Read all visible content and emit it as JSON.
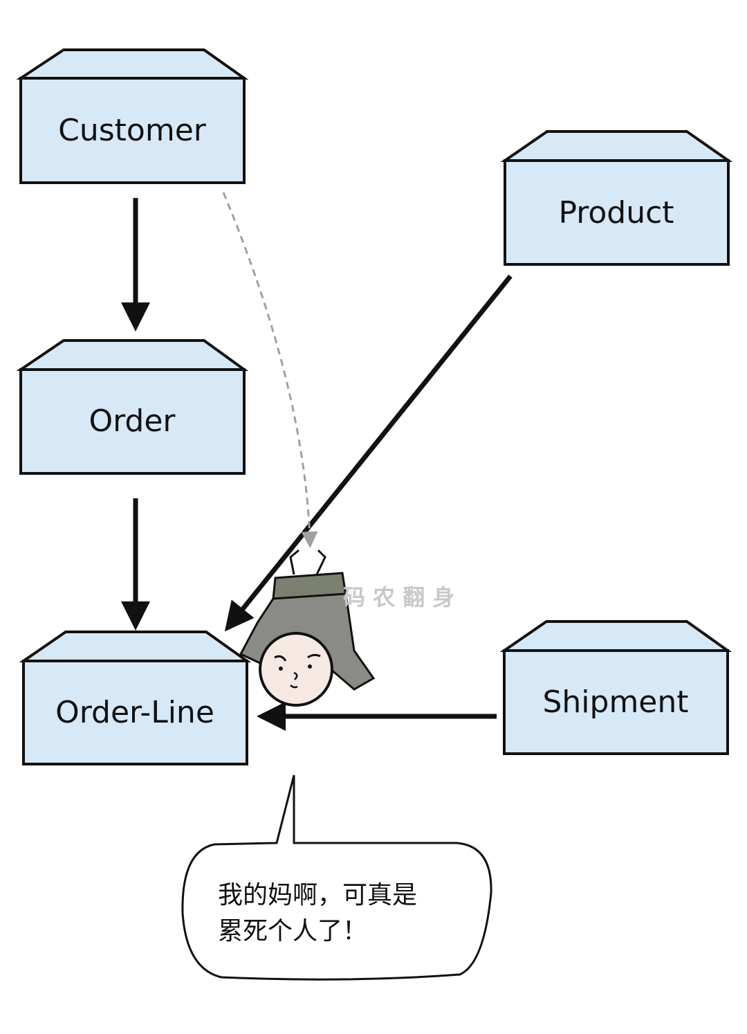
{
  "entities": {
    "customer": "Customer",
    "order": "Order",
    "order_line": "Order-Line",
    "product": "Product",
    "shipment": "Shipment"
  },
  "speech_bubble": {
    "line1": "我的妈啊，可真是",
    "line2": "累死个人了！"
  },
  "watermark": "码 农 翻 身",
  "colors": {
    "box_fill": "#d7e8f7",
    "stroke": "#111111",
    "dashed": "#a0a0a0"
  }
}
